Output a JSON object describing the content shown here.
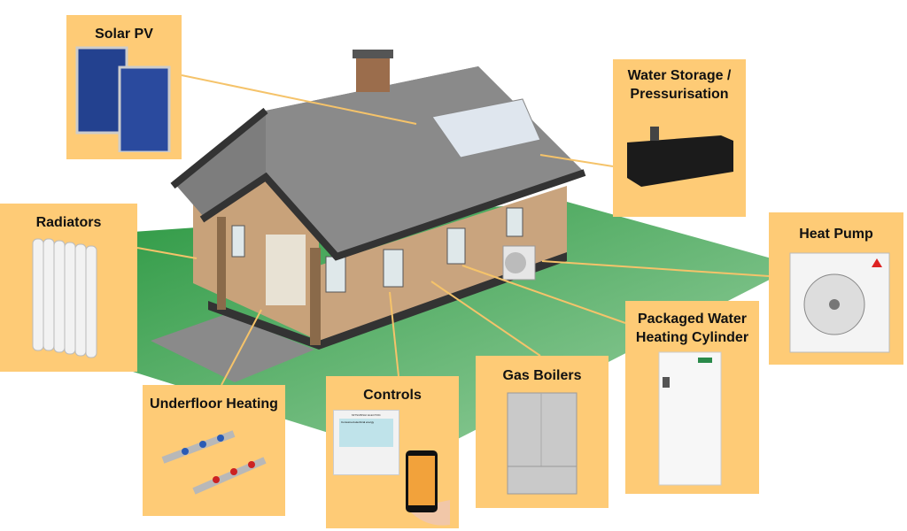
{
  "title": "Home heating and energy systems",
  "components": {
    "solar_pv": "Solar PV",
    "water_storage": "Water Storage / Pressurisation",
    "water_storage_line1": "Water Storage /",
    "water_storage_line2": "Pressurisation",
    "radiators": "Radiators",
    "heat_pump": "Heat Pump",
    "packaged_cylinder_line1": "Packaged Water",
    "packaged_cylinder_line2": "Heating Cylinder",
    "gas_boilers": "Gas Boilers",
    "controls": "Controls",
    "underfloor_heating": "Underfloor Heating"
  },
  "product_text": {
    "controller_brand": "MITSUBISHI ELECTRIC",
    "controller_screen_title": "Consumed electrical energy"
  },
  "colors": {
    "box": "#FECB76",
    "leader": "#F5C36A",
    "lawn": "#2E9E46",
    "roof": "#7A7A7A",
    "wall": "#C9A47E"
  }
}
